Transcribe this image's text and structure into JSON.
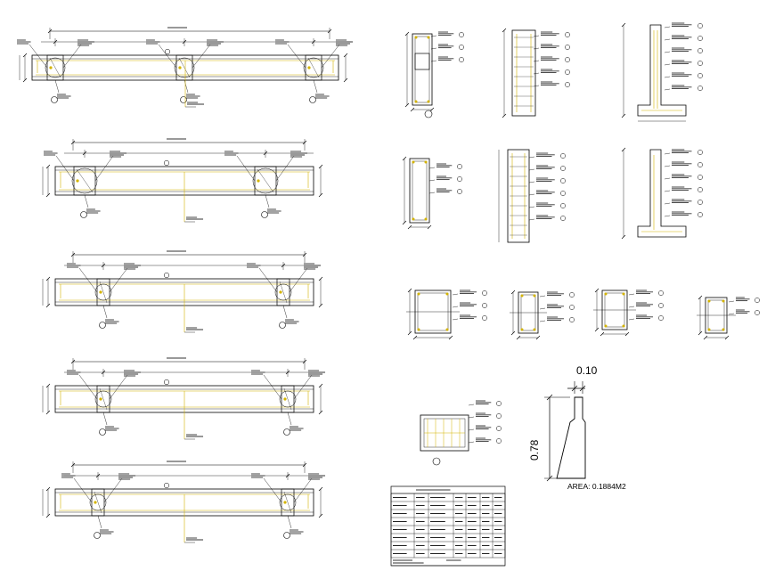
{
  "parapet": {
    "width_label": "0.10",
    "height_label": "0.78",
    "area_label": "AREA: 0.1884M2"
  },
  "colors": {
    "line": "#000000",
    "rebar": "#d4b400",
    "paper": "#ffffff"
  }
}
